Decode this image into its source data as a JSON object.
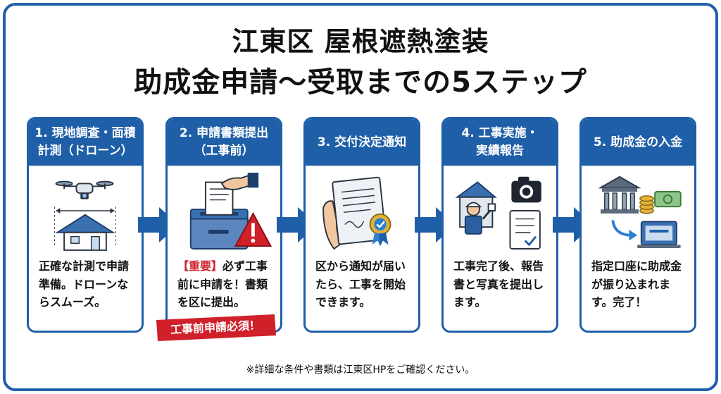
{
  "title": {
    "line1": "江東区 屋根遮熱塗装",
    "line2": "助成金申請〜受取までの5ステップ"
  },
  "steps": [
    {
      "heading": "1. 現地調査・面積\n計測（ドローン）",
      "text": "正確な計測で申請準備。ドローンならスムーズ。",
      "icon": "drone-house-icon"
    },
    {
      "heading": "2. 申請書類提出\n（工事前）",
      "highlight": "【重要】",
      "text": "必ず工事前に申請を！書類を区に提出。",
      "icon": "document-submit-warning-icon"
    },
    {
      "heading": "3. 交付決定通知",
      "text": "区から通知が届いたら、工事を開始できます。",
      "icon": "certificate-icon"
    },
    {
      "heading": "4. 工事実施・\n実績報告",
      "text": "工事完了後、報告書と写真を提出します。",
      "icon": "painter-camera-report-icon"
    },
    {
      "heading": "5. 助成金の入金",
      "text": "指定口座に助成金が振り込まれます。完了！",
      "icon": "bank-money-laptop-icon"
    }
  ],
  "warning_banner": "工事前申請必須！",
  "footnote": "※詳細な条件や書類は江東区HPをご確認ください。",
  "colors": {
    "primary": "#1f5fa8",
    "accent_red": "#d0202a",
    "gold": "#e2b23a"
  }
}
